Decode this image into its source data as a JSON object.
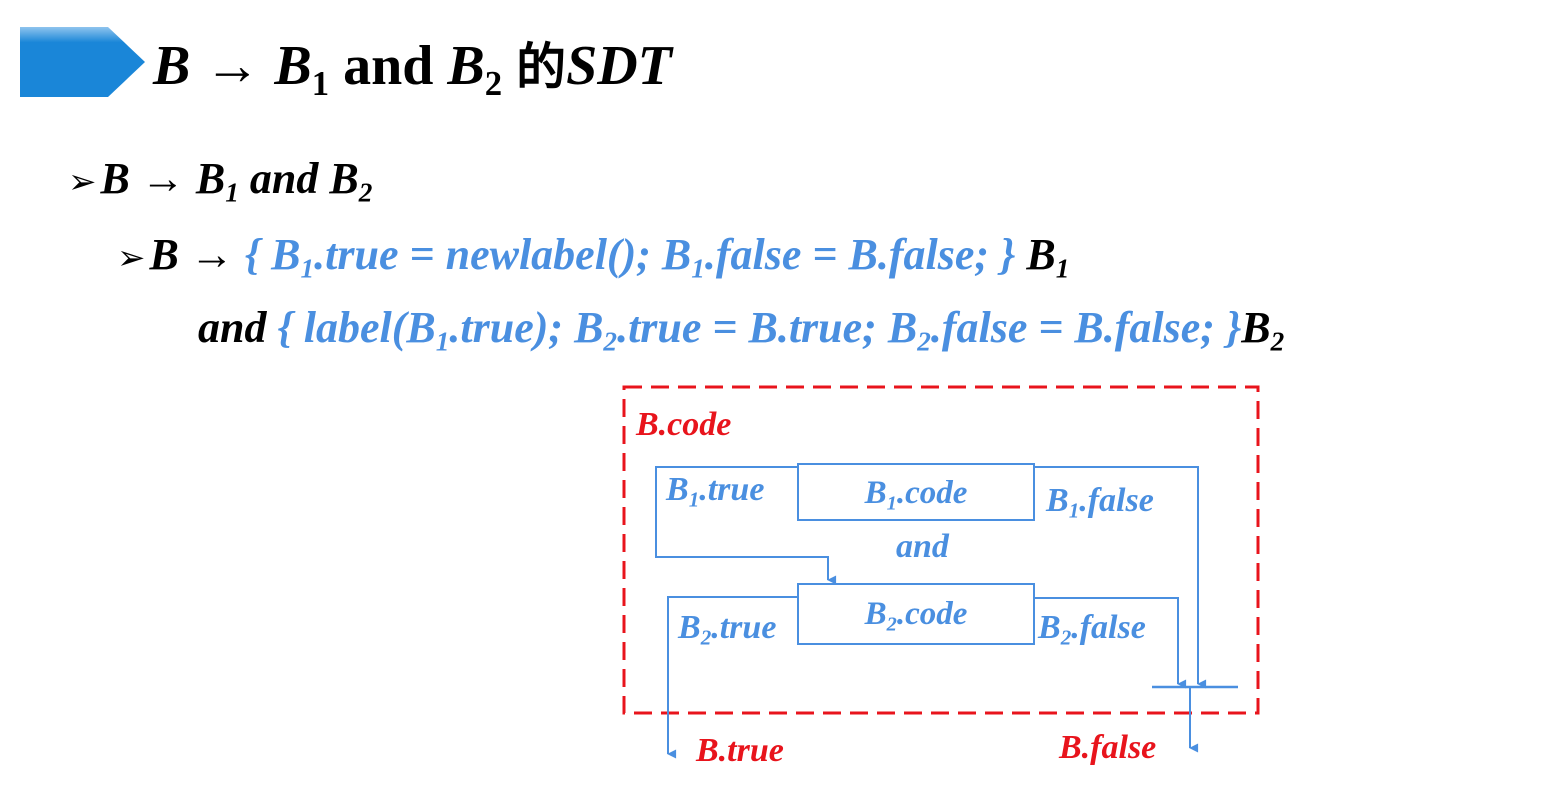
{
  "title": {
    "b": "B",
    "arrow": "→",
    "b1": "B",
    "b1_sub": "1",
    "and": " and ",
    "b2": "B",
    "b2_sub": "2",
    "de": "的",
    "sdt": "SDT"
  },
  "production": {
    "bullet": "➢",
    "lhs": "B",
    "arrow": "→",
    "b1": "B",
    "b1_sub": "1",
    "and": " and ",
    "b2": "B",
    "b2_sub": "2"
  },
  "sdt_line1": {
    "bullet": "➢",
    "lhs": "B",
    "arrow": "→",
    "action_a": "{ B",
    "sub_a": "1",
    "action_b": ".true = newlabel(); B",
    "sub_b": "1",
    "action_c": ".false = B.false; }",
    "tail": "B",
    "tail_sub": "1"
  },
  "sdt_line2": {
    "and": "and",
    "action_a": "{ label(B",
    "sub_a": "1",
    "action_b": ".true); B",
    "sub_b": "2",
    "action_c": ".true = B.true; B",
    "sub_c": "2",
    "action_d": ".false = B.false; }",
    "tail": "B",
    "tail_sub": "2"
  },
  "diagram": {
    "outer_label": "B.code",
    "box1": {
      "pre": "B",
      "sub": "1",
      "post": ".code"
    },
    "box2": {
      "pre": "B",
      "sub": "2",
      "post": ".code"
    },
    "and_label": "and",
    "b1_true": {
      "pre": "B",
      "sub": "1",
      "post": ".true"
    },
    "b1_false": {
      "pre": "B",
      "sub": "1",
      "post": ".false"
    },
    "b2_true": {
      "pre": "B",
      "sub": "2",
      "post": ".true"
    },
    "b2_false": {
      "pre": "B",
      "sub": "2",
      "post": ".false"
    },
    "out_true": "B.true",
    "out_false": "B.false"
  },
  "colors": {
    "accent_blue": "#4a8fe0",
    "title_arrow": "#1a86d8",
    "dashed_red": "#e8141c",
    "text_black": "#000000"
  }
}
